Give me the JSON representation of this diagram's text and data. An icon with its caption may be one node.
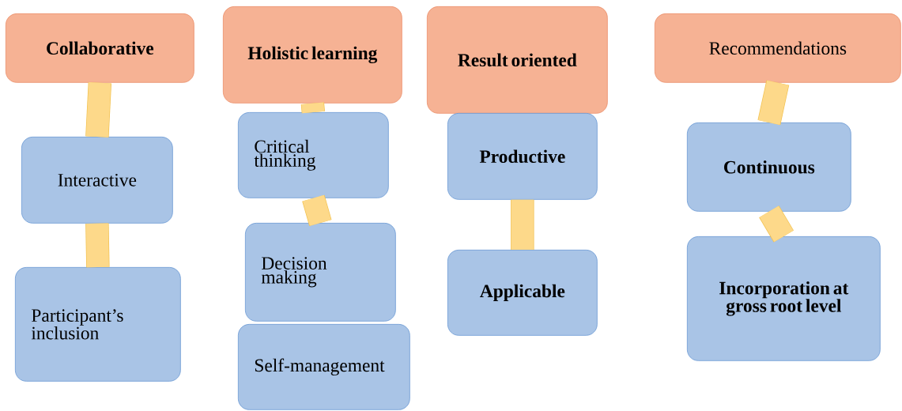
{
  "diagram": {
    "nodes": [
      {
        "text": [
          "Collaborative"
        ]
      },
      {
        "text": [
          "Holistic learning"
        ]
      },
      {
        "text": [
          "Result oriented"
        ]
      },
      {
        "text": [
          "Recommendations"
        ]
      },
      {
        "text": [
          "Interactive"
        ]
      },
      {
        "text": [
          "Participant’s inclusion"
        ]
      },
      {
        "text": [
          "Critical thinking"
        ]
      },
      {
        "text": [
          "Decision making"
        ]
      },
      {
        "text": [
          "Self-management"
        ]
      },
      {
        "text": [
          "Productive"
        ]
      },
      {
        "text": [
          "Applicable"
        ]
      },
      {
        "text": [
          "Continuous"
        ]
      },
      {
        "text": [
          "Incorporation at gross root level"
        ]
      }
    ],
    "edges": [
      {
        "from": 0,
        "to": 4,
        "arrow": "none"
      },
      {
        "from": 4,
        "to": 5,
        "arrow": "none"
      },
      {
        "from": 1,
        "to": 6,
        "arrow": "none"
      },
      {
        "from": 6,
        "to": 7,
        "arrow": "none"
      },
      {
        "from": 9,
        "to": 10,
        "arrow": "none"
      },
      {
        "from": 3,
        "to": 11,
        "arrow": "none"
      },
      {
        "from": 11,
        "to": 12,
        "arrow": "none"
      }
    ]
  }
}
